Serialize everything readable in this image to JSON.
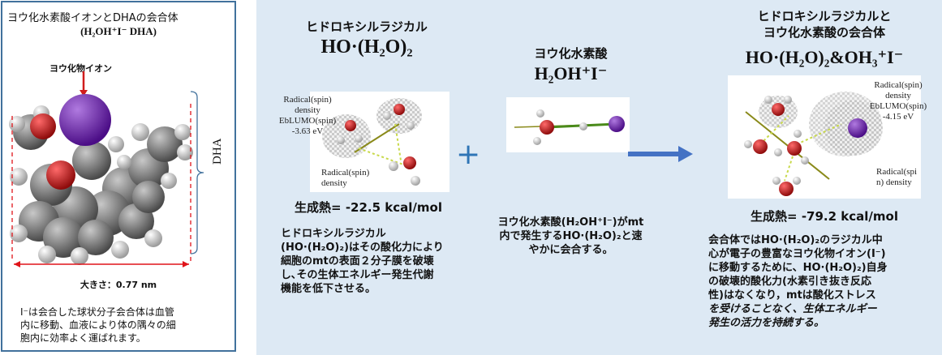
{
  "left": {
    "title": "ヨウ化水素酸イオンとDHAの会合体",
    "formula": "(H₂OH⁺I⁻ DHA)",
    "iodide_label": "ヨウ化物イオン",
    "dha_label": "DHA",
    "size_label": "大きさ：0.77 nm",
    "caption": [
      "I⁻は会合した球状分子会合体は血管",
      "内に移動、血液により体の隅々の細",
      "胞内に効率よく運ばれます。"
    ]
  },
  "radical": {
    "title": "ヒドロキシルラジカル",
    "formula": "HO·(H₂O)₂",
    "spin_label": [
      "Radical(spin)",
      "density",
      "EbLUMO(spin)",
      "-3.63 eV"
    ],
    "spin_density_label": [
      "Radical(spin)",
      "density"
    ],
    "heat": "生成熱= -22.5 kcal/mol",
    "description": [
      "ヒドロキシルラジカル",
      "(HO·(H₂O)₂)はその酸化力により",
      "細胞のmtの表面２分子膜を破壊",
      "し､その生体エネルギー発生代謝",
      "機能を低下させる。"
    ]
  },
  "acid": {
    "title": "ヨウ化水素酸",
    "formula": "H₂OH⁺I⁻",
    "description": [
      "ヨウ化水素酸(H₂OH⁺I⁻)がmt",
      "内で発生するHO·(H₂O)₂と速",
      "やかに会合する。"
    ]
  },
  "complex": {
    "title_line1": "ヒドロキシルラジカルと",
    "title_line2": "ヨウ化水素酸の会合体",
    "formula": "HO·(H₂O)₂&OH₃⁺I⁻",
    "spin_label": [
      "Radical(spin)",
      "density",
      "EbLUMO(spin)",
      "-4.15 eV"
    ],
    "spin_density_label": [
      "Radical(spi",
      "n) density"
    ],
    "heat": "生成熱= -79.2 kcal/mol",
    "description": [
      "会合体ではHO·(H₂O)₂のラジカル中",
      "心が電子の豊富なヨウ化物イオン(I⁻)",
      "に移動するために、HO·(H₂O)₂)自身",
      "の破壊的酸化力(水素引き抜き反応",
      "性)はなくなり，mtは酸化ストレス",
      "を受けることなく、生体エネルギー",
      "発生の活力を持続する。"
    ]
  },
  "symbols": {
    "plus": "+"
  },
  "colors": {
    "panel_bg": "#dde9f4",
    "border": "#41719c",
    "arrow": "#4472c4",
    "iodine": "#6a1fa8",
    "oxygen": "#d01c1c"
  }
}
